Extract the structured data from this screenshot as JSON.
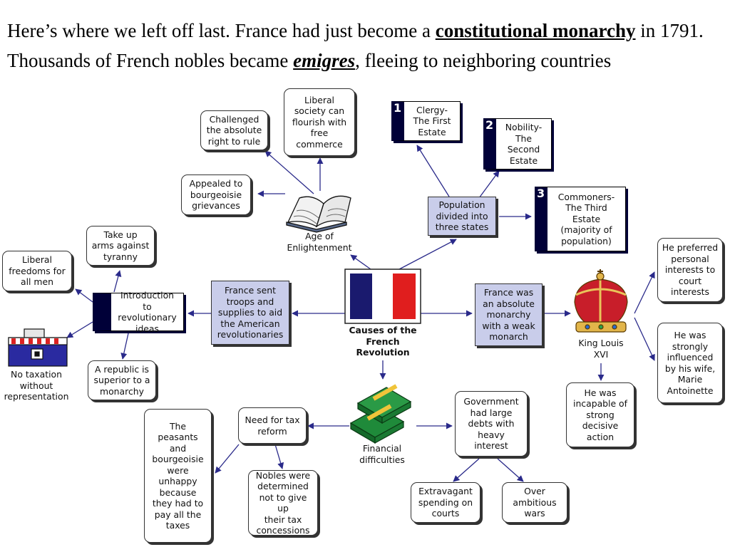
{
  "intro": {
    "part1": "Here’s where we left off last.  France had just become a ",
    "term1": "constitutional monarchy",
    "part2": " in 1791.  Thousands of French nobles became ",
    "term2": "emigres",
    "part3": ", fleeing to neighboring countries"
  },
  "center": {
    "label": "Causes of the\nFrench\nRevolution"
  },
  "enlightenment": {
    "label": "Age of\nEnlightenment",
    "challenged": "Challenged\nthe absolute\nright to rule",
    "liberal_society": "Liberal\nsociety can\nflourish with\nfree\ncommerce",
    "appealed": "Appealed to\nbourgeoisie\ngrievances"
  },
  "estates": {
    "population": "Population\ndivided into\nthree states",
    "first": {
      "num": "1",
      "text": "Clergy-\nThe First\nEstate"
    },
    "second": {
      "num": "2",
      "text": "Nobility-\nThe\nSecond\nEstate"
    },
    "third": {
      "num": "3",
      "text": "Commoners-\nThe Third\nEstate\n(majority of\npopulation)"
    }
  },
  "revolutionary": {
    "france_sent": "France sent\ntroops and\nsupplies to aid\nthe American\nrevolutionaries",
    "intro_ideas": "Introduction to\nrevolutionary\nideas",
    "take_up": "Take up\narms against\ntyranny",
    "liberal_freedoms": "Liberal\nfreedoms for\nall men",
    "no_taxation": "No taxation\nwithout\nrepresentation",
    "republic": "A republic is\nsuperior to a\nmonarchy"
  },
  "monarchy": {
    "absolute": "France was\nan absolute\nmonarchy\nwith a weak\nmonarch",
    "king": "King Louis\nXVI",
    "preferred": "He preferred\npersonal\ninterests to\ncourt\ninterests",
    "influenced": "He was\nstrongly\ninfluenced\nby his wife,\nMarie\nAntoinette",
    "incapable": "He was\nincapable of\nstrong\ndecisive\naction"
  },
  "financial": {
    "label": "Financial\ndifficulties",
    "need_tax": "Need for tax\nreform",
    "peasants": "The\npeasants\nand\nbourgeoisie\nwere\nunhappy\nbecause\nthey had to\npay all the\ntaxes",
    "nobles": "Nobles were\ndetermined\nnot to give up\ntheir tax\nconcessions",
    "government": "Government\nhad large\ndebts with\nheavy\ninterest",
    "extravagant": "Extravagant\nspending on\ncourts",
    "wars": "Over\nambitious\nwars"
  },
  "colors": {
    "navy": "#1c1c78",
    "box_purple": "#c9cdea",
    "flag_blue": "#1a1a6e",
    "flag_red": "#e01e1e",
    "arrow": "#2a2a8a"
  }
}
